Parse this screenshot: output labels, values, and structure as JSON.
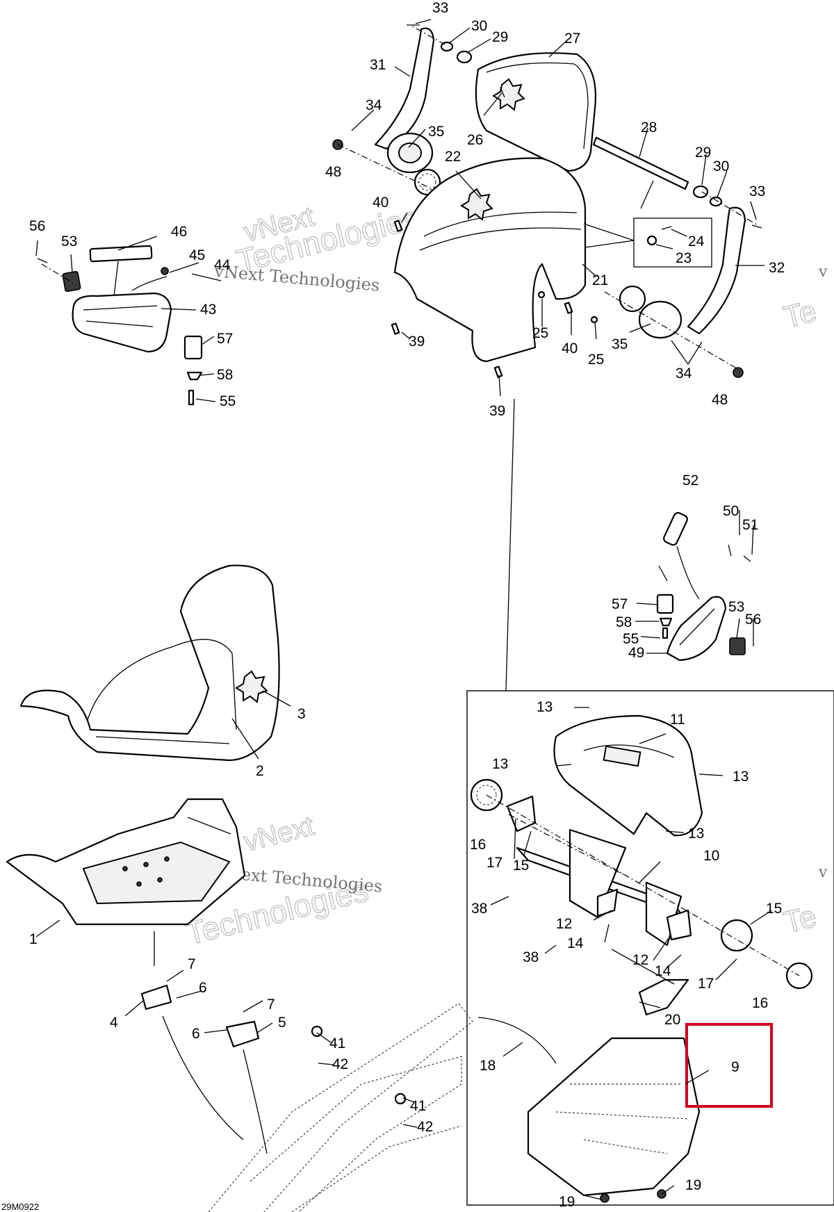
{
  "diagram": {
    "callouts": {
      "c1": "1",
      "c2": "2",
      "c3": "3",
      "c4": "4",
      "c5": "5",
      "c6a": "6",
      "c6b": "6",
      "c7a": "7",
      "c7b": "7",
      "c9": "9",
      "c10": "10",
      "c11": "11",
      "c12a": "12",
      "c12b": "12",
      "c13a": "13",
      "c13b": "13",
      "c13c": "13",
      "c13d": "13",
      "c14a": "14",
      "c14b": "14",
      "c15a": "15",
      "c15b": "15",
      "c16a": "16",
      "c16b": "16",
      "c17a": "17",
      "c17b": "17",
      "c18": "18",
      "c19a": "19",
      "c19b": "19",
      "c20": "20",
      "c21": "21",
      "c22": "22",
      "c23": "23",
      "c24": "24",
      "c25a": "25",
      "c25b": "25",
      "c26": "26",
      "c27": "27",
      "c28": "28",
      "c29a": "29",
      "c29b": "29",
      "c30a": "30",
      "c30b": "30",
      "c31": "31",
      "c32": "32",
      "c33a": "33",
      "c33b": "33",
      "c34a": "34",
      "c34b": "34",
      "c35a": "35",
      "c35b": "35",
      "c38a": "38",
      "c38b": "38",
      "c39a": "39",
      "c39b": "39",
      "c40a": "40",
      "c40b": "40",
      "c41a": "41",
      "c41b": "41",
      "c42a": "42",
      "c42b": "42",
      "c43": "43",
      "c44": "44",
      "c45": "45",
      "c46": "46",
      "c48a": "48",
      "c48b": "48",
      "c49": "49",
      "c50": "50",
      "c51": "51",
      "c52": "52",
      "c53a": "53",
      "c53b": "53",
      "c55a": "55",
      "c55b": "55",
      "c56a": "56",
      "c56b": "56",
      "c57a": "57",
      "c57b": "57",
      "c58a": "58",
      "c58b": "58"
    },
    "figure_code": "29M0922",
    "watermark": {
      "brand": "vNext Technologies",
      "brand_short": "vNext",
      "word": "Technologies",
      "edge_prefix": "v",
      "edge_word": "Te"
    },
    "highlight_color": "#d0021b"
  }
}
